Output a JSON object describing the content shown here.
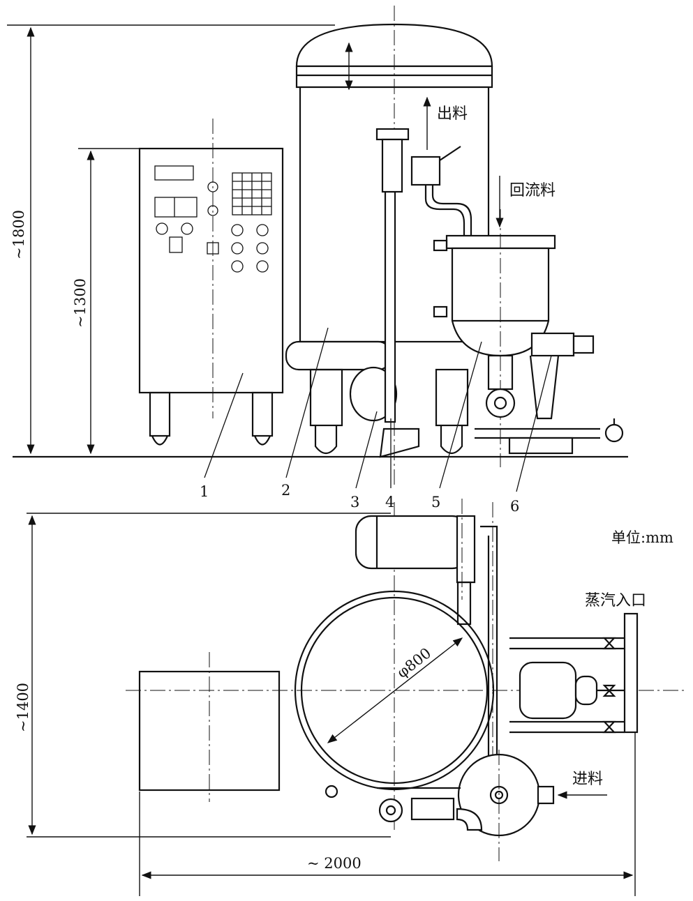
{
  "front_view": {
    "dimensions": {
      "overall_height": "~1800",
      "cabinet_height": "~1300"
    },
    "flow_labels": {
      "outlet": "出料",
      "return": "回流料"
    },
    "part_numbers": [
      "1",
      "2",
      "3",
      "4",
      "5",
      "6"
    ]
  },
  "top_view": {
    "dimensions": {
      "depth": "~1400",
      "width": "~ 2000",
      "tank_diameter": "φ800"
    },
    "flow_labels": {
      "steam_inlet": "蒸汽入口",
      "feed_inlet": "进料"
    },
    "unit_note": "单位:mm"
  }
}
